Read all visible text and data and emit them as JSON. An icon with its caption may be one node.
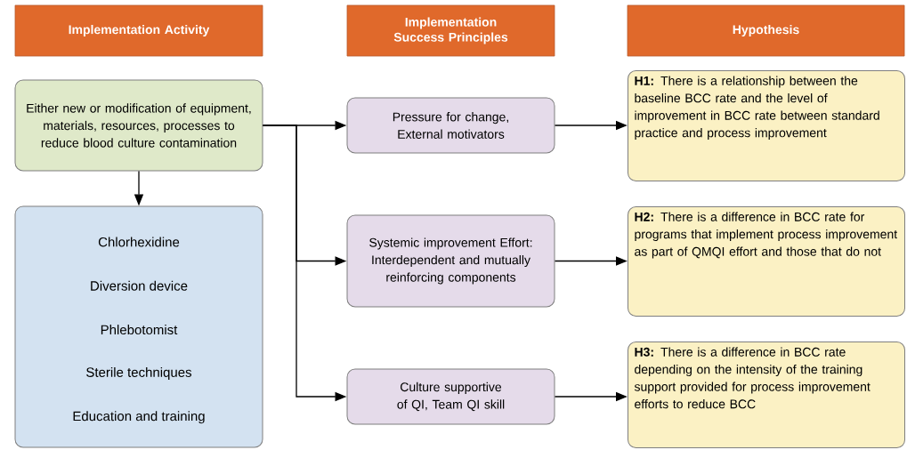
{
  "diagram": {
    "nodes": [
      {
        "text": [
          "Implementation Activity"
        ]
      },
      {
        "text": [
          "Implementation Success Principles"
        ]
      },
      {
        "text": [
          "Hypothesis"
        ]
      },
      {
        "text": [
          "Either new or modification of equipment, materials, resources, processes to reduce blood culture contamination"
        ]
      },
      {
        "text": [
          "Chlorhexidine",
          "Diversion device",
          "Phlebotomist",
          "Sterile techniques",
          "Education and training"
        ]
      },
      {
        "text": [
          "Pressure for change, External motivators"
        ]
      },
      {
        "text": [
          "Systemic improvement Effort: Interdependent and mutually reinforcing components"
        ]
      },
      {
        "text": [
          "Culture supportive of QI, Team QI skill"
        ]
      },
      {
        "text": [
          "**H1:** There is a relationship between the baseline BCC rate and the level of improvement in BCC rate between standard practice and process improvement"
        ]
      },
      {
        "text": [
          "**H2:** There is a difference in BCC rate for programs that implement process improvement as part of QMQI effort and those that do not"
        ]
      },
      {
        "text": [
          "**H3:** There is a difference in BCC rate depending on the intensity of the training support provided for process improvement efforts to reduce BCC"
        ]
      }
    ],
    "edges": [
      {
        "from": 3,
        "to": 4,
        "arrow": "to"
      },
      {
        "from": 3,
        "to": 5,
        "arrow": "to"
      },
      {
        "from": 3,
        "to": 6,
        "arrow": "to"
      },
      {
        "from": 3,
        "to": 7,
        "arrow": "to"
      },
      {
        "from": 5,
        "to": 8,
        "arrow": "to"
      },
      {
        "from": 6,
        "to": 9,
        "arrow": "to"
      },
      {
        "from": 7,
        "to": 10,
        "arrow": "to"
      }
    ]
  }
}
